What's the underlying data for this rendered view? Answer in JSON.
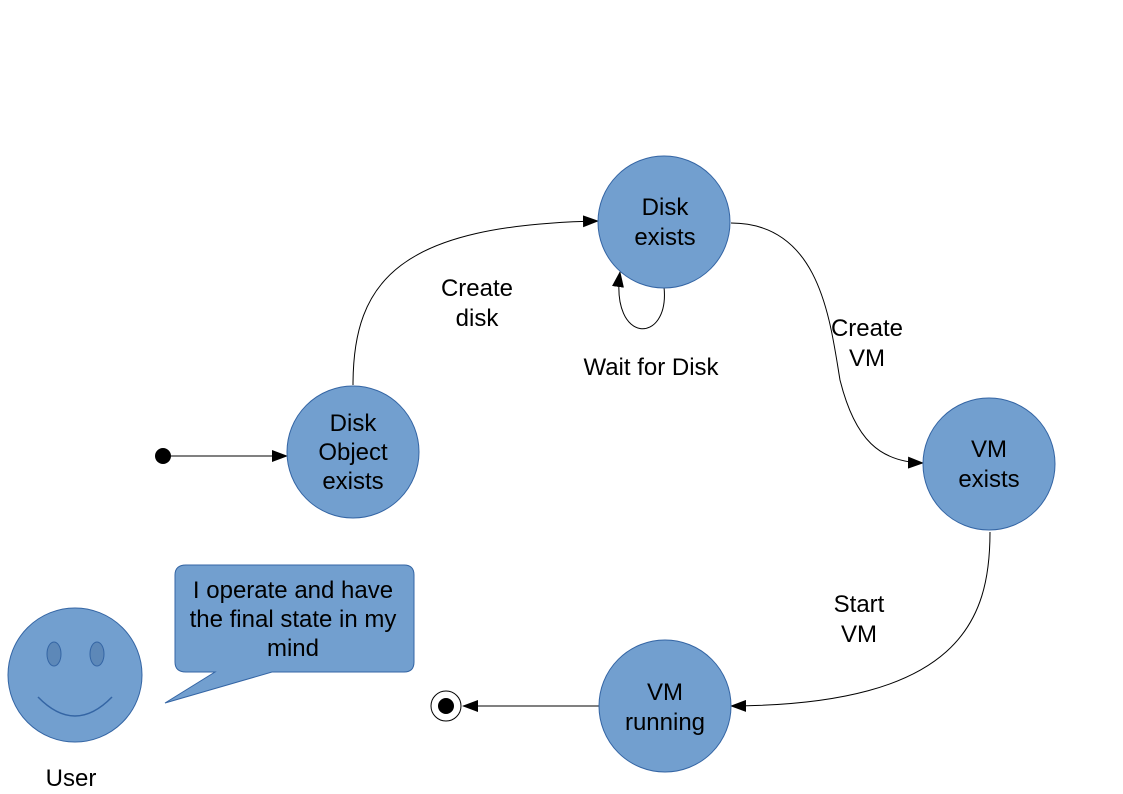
{
  "states": [
    {
      "id": "disk-object",
      "lines": [
        "Disk",
        "Object",
        "exists"
      ]
    },
    {
      "id": "disk-exists",
      "lines": [
        "Disk",
        "exists"
      ]
    },
    {
      "id": "vm-exists",
      "lines": [
        "VM",
        "exists"
      ]
    },
    {
      "id": "vm-running",
      "lines": [
        "VM",
        "running"
      ]
    }
  ],
  "transitions": [
    {
      "id": "create-disk",
      "lines": [
        "Create",
        "disk"
      ]
    },
    {
      "id": "wait-for-disk",
      "lines": [
        "Wait for Disk"
      ]
    },
    {
      "id": "create-vm",
      "lines": [
        "Create",
        "VM"
      ]
    },
    {
      "id": "start-vm",
      "lines": [
        "Start",
        "VM"
      ]
    }
  ],
  "user": {
    "label": "User",
    "speech": [
      "I operate and have",
      "the final state in my",
      "mind"
    ]
  },
  "colors": {
    "state_fill": "#729fcf",
    "state_stroke": "#3465a4"
  }
}
